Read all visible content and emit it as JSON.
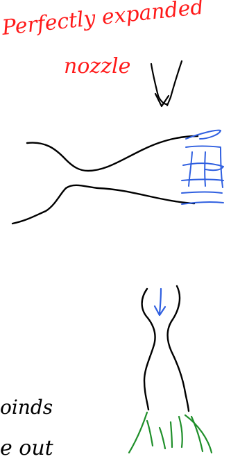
{
  "annotation": {
    "line1": "Perfectly expanded",
    "line2": "nozzle"
  },
  "partial_text": {
    "line1": "oinds",
    "line2": "e out"
  },
  "colors": {
    "ink": "#000000",
    "red_ink": "#ff1a1a",
    "blue_ink": "#2f5fe0",
    "green_ink": "#1f8f2a"
  }
}
